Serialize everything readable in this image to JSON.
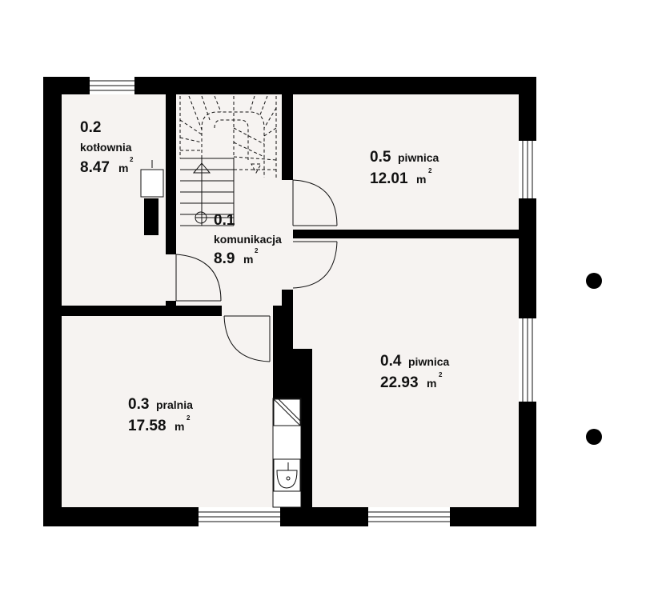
{
  "rooms": [
    {
      "id": "komunikacja",
      "number": "0.1",
      "name": "komunikacja",
      "area": "8.9",
      "unit": "m",
      "unit_exp": "2"
    },
    {
      "id": "kotlownia",
      "number": "0.2",
      "name": "kotłownia",
      "area": "8.47",
      "unit": "m",
      "unit_exp": "2"
    },
    {
      "id": "pralnia",
      "number": "0.3",
      "name": "pralnia",
      "area": "17.58",
      "unit": "m",
      "unit_exp": "2"
    },
    {
      "id": "piwnica-0-4",
      "number": "0.4",
      "name": "piwnica",
      "area": "22.93",
      "unit": "m",
      "unit_exp": "2"
    },
    {
      "id": "piwnica-0-5",
      "number": "0.5",
      "name": "piwnica",
      "area": "12.01",
      "unit": "m",
      "unit_exp": "2"
    }
  ],
  "colors": {
    "wall": "#000000",
    "floor": "#f6f3f1",
    "line": "#111111",
    "background": "#ffffff"
  }
}
